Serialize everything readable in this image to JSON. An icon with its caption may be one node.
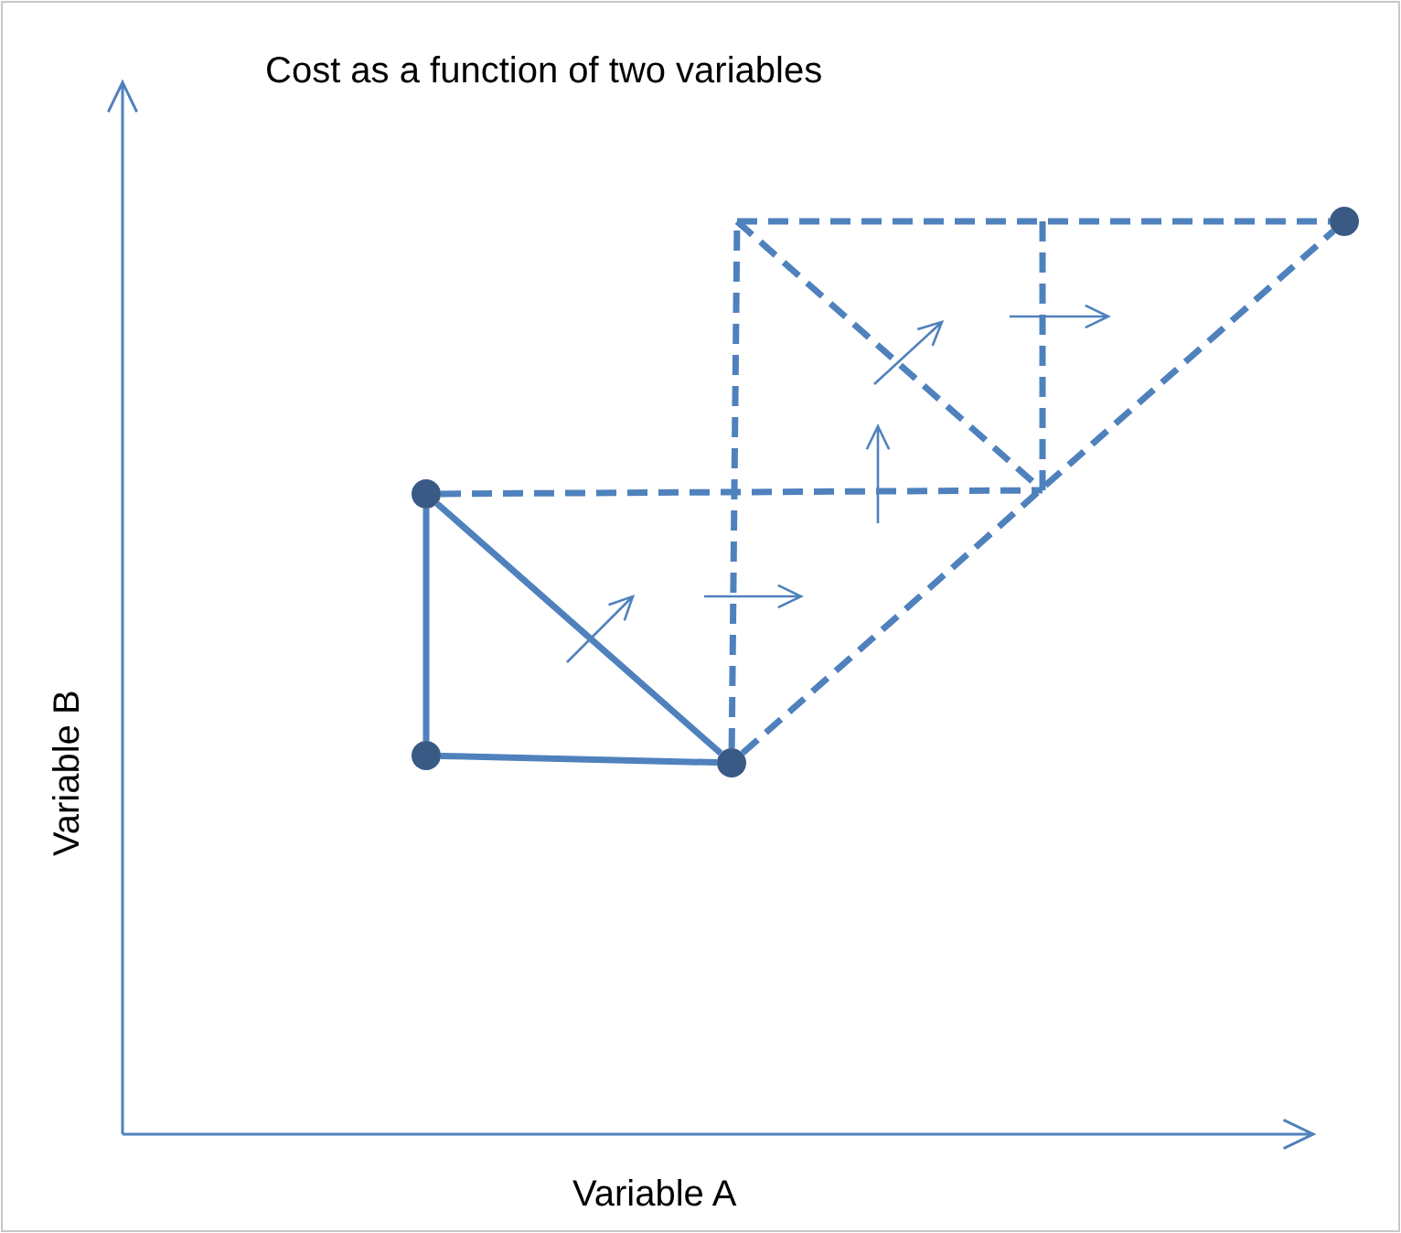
{
  "diagram": {
    "title": "Cost as a function of two variables",
    "nodes": [
      {
        "text": [],
        "shape": "circle"
      },
      {
        "text": [],
        "shape": "circle"
      },
      {
        "text": [],
        "shape": "circle"
      },
      {
        "text": [],
        "shape": "circle"
      }
    ],
    "edges": [
      {
        "from": 1,
        "to": 2,
        "arrow": "none"
      },
      {
        "from": 2,
        "to": 3,
        "arrow": "none"
      },
      {
        "from": 1,
        "to": 3,
        "arrow": "none"
      },
      {
        "from": 3,
        "to": 0,
        "arrow": "none",
        "style": "dashed"
      },
      {
        "from": 1,
        "to": null,
        "arrow": "none",
        "style": "dashed"
      },
      {
        "from": 3,
        "to": null,
        "arrow": "none",
        "style": "dashed"
      },
      {
        "from": null,
        "to": 0,
        "arrow": "none",
        "style": "dashed"
      }
    ],
    "labels": [
      "Variable B",
      "Variable A"
    ]
  }
}
